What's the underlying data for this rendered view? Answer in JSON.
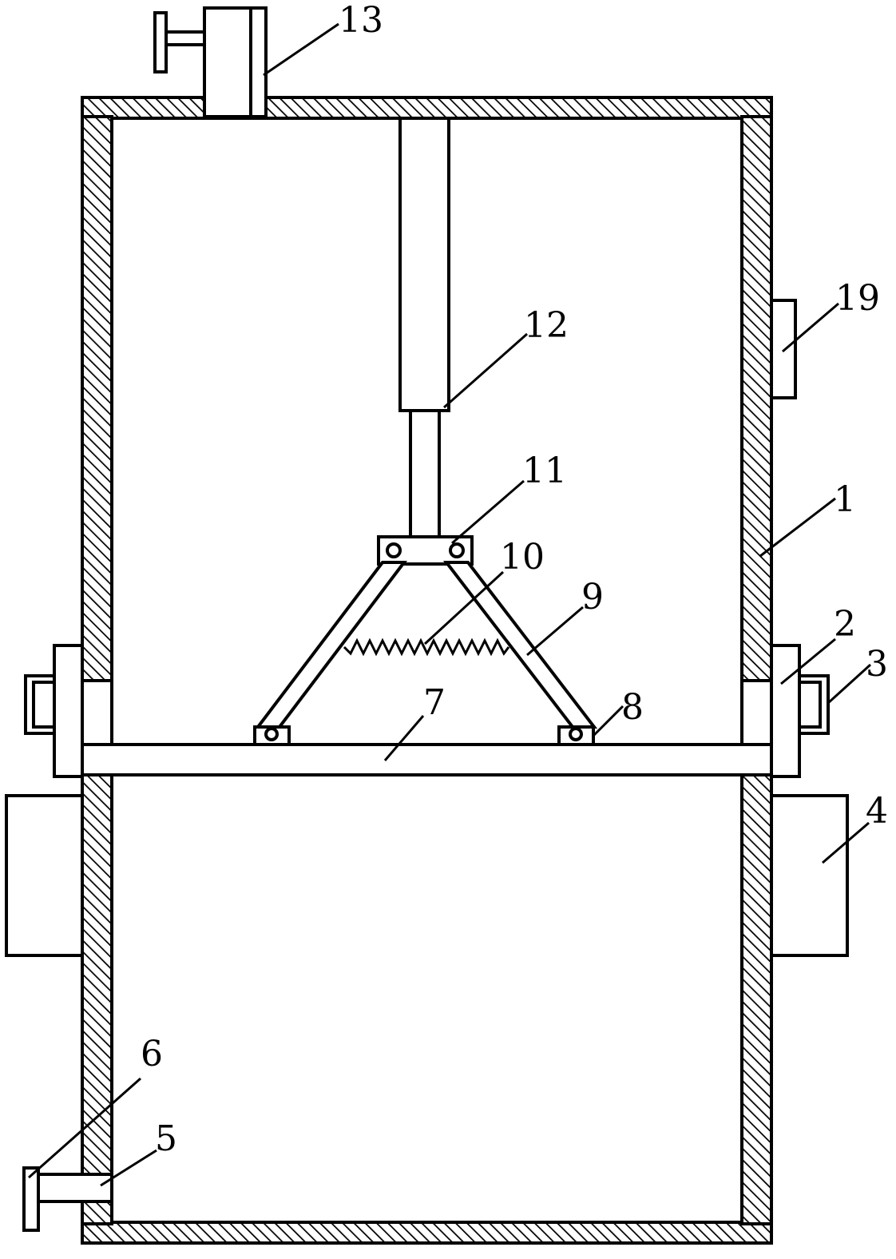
{
  "callouts": {
    "c1": "1",
    "c2": "2",
    "c3": "3",
    "c4": "4",
    "c5": "5",
    "c6": "6",
    "c7": "7",
    "c8": "8",
    "c9": "9",
    "c10": "10",
    "c11": "11",
    "c12": "12",
    "c13": "13",
    "c19": "19"
  }
}
